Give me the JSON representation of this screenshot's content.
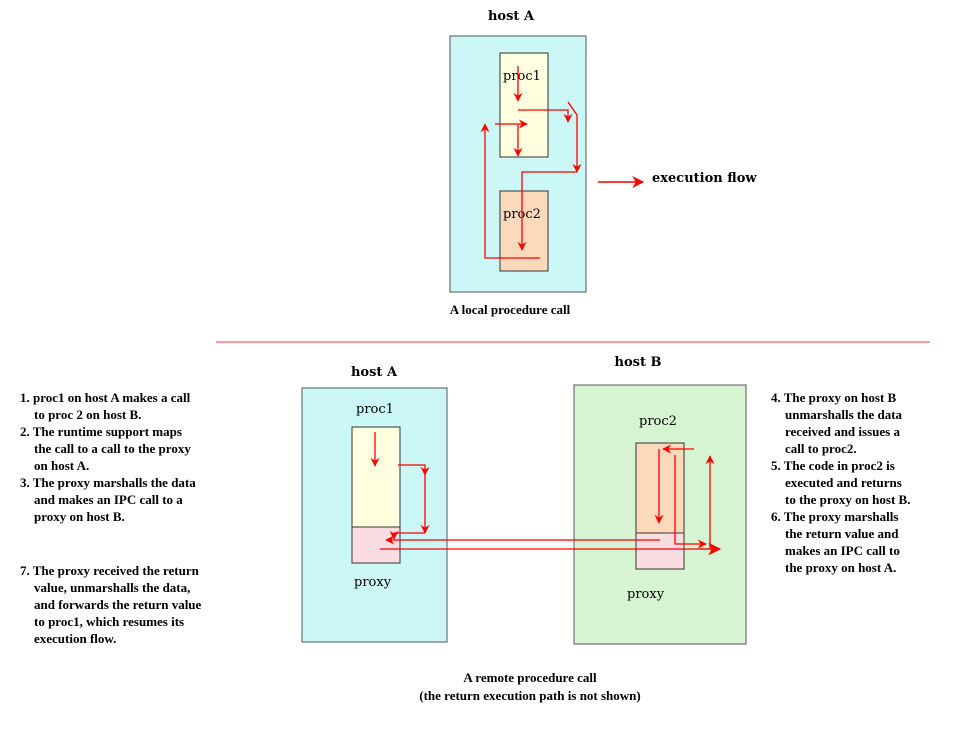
{
  "colors": {
    "host_a_fill": "#ccf7f7",
    "host_b_fill": "#d6f3d2",
    "proc1_fill": "#ffffe0",
    "proc2_fill": "#fbd9bb",
    "proxy_fill": "#fbdde1",
    "flow_arrow": "#ff0000",
    "divider": "#ff3333"
  },
  "local": {
    "host_label": "host A",
    "proc1_label": "proc1",
    "proc2_label": "proc2",
    "legend_label": "execution flow",
    "caption": "A local procedure call"
  },
  "remote": {
    "host_a_label": "host A",
    "host_b_label": "host B",
    "proc1_label": "proc1",
    "proxy_a_label": "proxy",
    "proc2_label": "proc2",
    "proxy_b_label": "proxy",
    "caption_line1": "A remote procedure call",
    "caption_line2": "(the return execution path is not shown)",
    "left_notes": [
      {
        "main": "1. proc1 on host A makes a call",
        "cont": [
          "to proc 2 on host B."
        ]
      },
      {
        "main": "2. The runtime support maps",
        "cont": [
          "the call  to a call to the proxy",
          "on host A."
        ]
      },
      {
        "main": "3. The proxy marshalls the data",
        "cont": [
          "and makes an IPC call to a",
          "proxy on host B."
        ]
      },
      {
        "main": "7. The proxy received the return",
        "cont": [
          "value, unmarshalls the data,",
          "and forwards the return value",
          "to proc1, which resumes its",
          "execution flow."
        ]
      }
    ],
    "right_notes": [
      {
        "main": "4. The proxy on host B",
        "cont": [
          "unmarshalls the data",
          "received and issues a",
          "call to proc2."
        ]
      },
      {
        "main": "5. The code in proc2 is",
        "cont": [
          "executed and returns",
          "to the proxy on host B."
        ]
      },
      {
        "main": "6. The proxy marshalls",
        "cont": [
          "the return value and",
          "makes an IPC call to",
          "the proxy on host A."
        ]
      }
    ]
  }
}
